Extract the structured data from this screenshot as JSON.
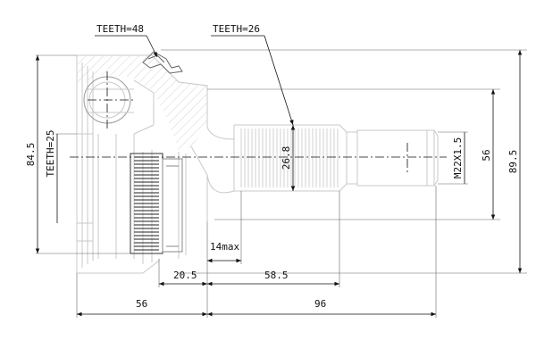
{
  "labels": {
    "teeth_top_left": "TEETH=48",
    "teeth_top_right": "TEETH=26",
    "teeth_left": "TEETH=25",
    "dim_84_5": "84.5",
    "dim_89_5": "89.5",
    "dim_56_right": "56",
    "dim_thread": "M22X1.5",
    "dim_26_8": "26.8",
    "dim_14max": "14max",
    "dim_20_5": "20.5",
    "dim_58_5": "58.5",
    "dim_56_bottom": "56",
    "dim_96": "96"
  },
  "colors": {
    "part_outline": "#c8c8c8",
    "dimension_lines": "#111111",
    "hatch": "#cfcfcf"
  }
}
